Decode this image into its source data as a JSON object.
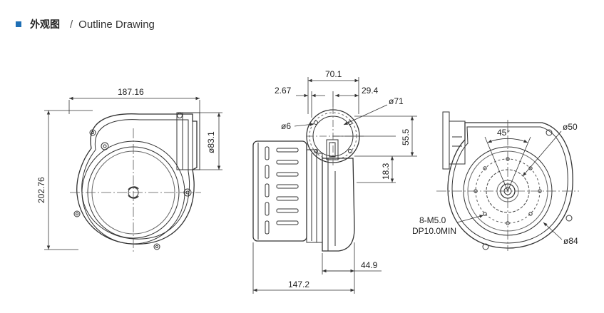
{
  "header": {
    "title_cn": "外观图",
    "separator": "/",
    "title_en": "Outline Drawing"
  },
  "colors": {
    "accent": "#1f6fb5",
    "line": "#333333"
  },
  "front_view": {
    "width_label": "187.16",
    "height_label": "202.76",
    "outlet_label": "ø83.1"
  },
  "side_view": {
    "top_width_label": "70.1",
    "offset_left_label": "2.67",
    "offset_right_label": "29.4",
    "bolt_circle_label": "ø71",
    "hole_label": "ø6",
    "vertical_label_1": "55.5",
    "vertical_label_2": "18.3",
    "depth_label": "44.9",
    "total_length_label": "147.2"
  },
  "rear_view": {
    "angle_label": "45°",
    "diameter_small_label": "ø50",
    "screw_label": "8-M5.0",
    "depth_spec_label": "DP10.0MIN",
    "diameter_large_label": "ø84"
  }
}
